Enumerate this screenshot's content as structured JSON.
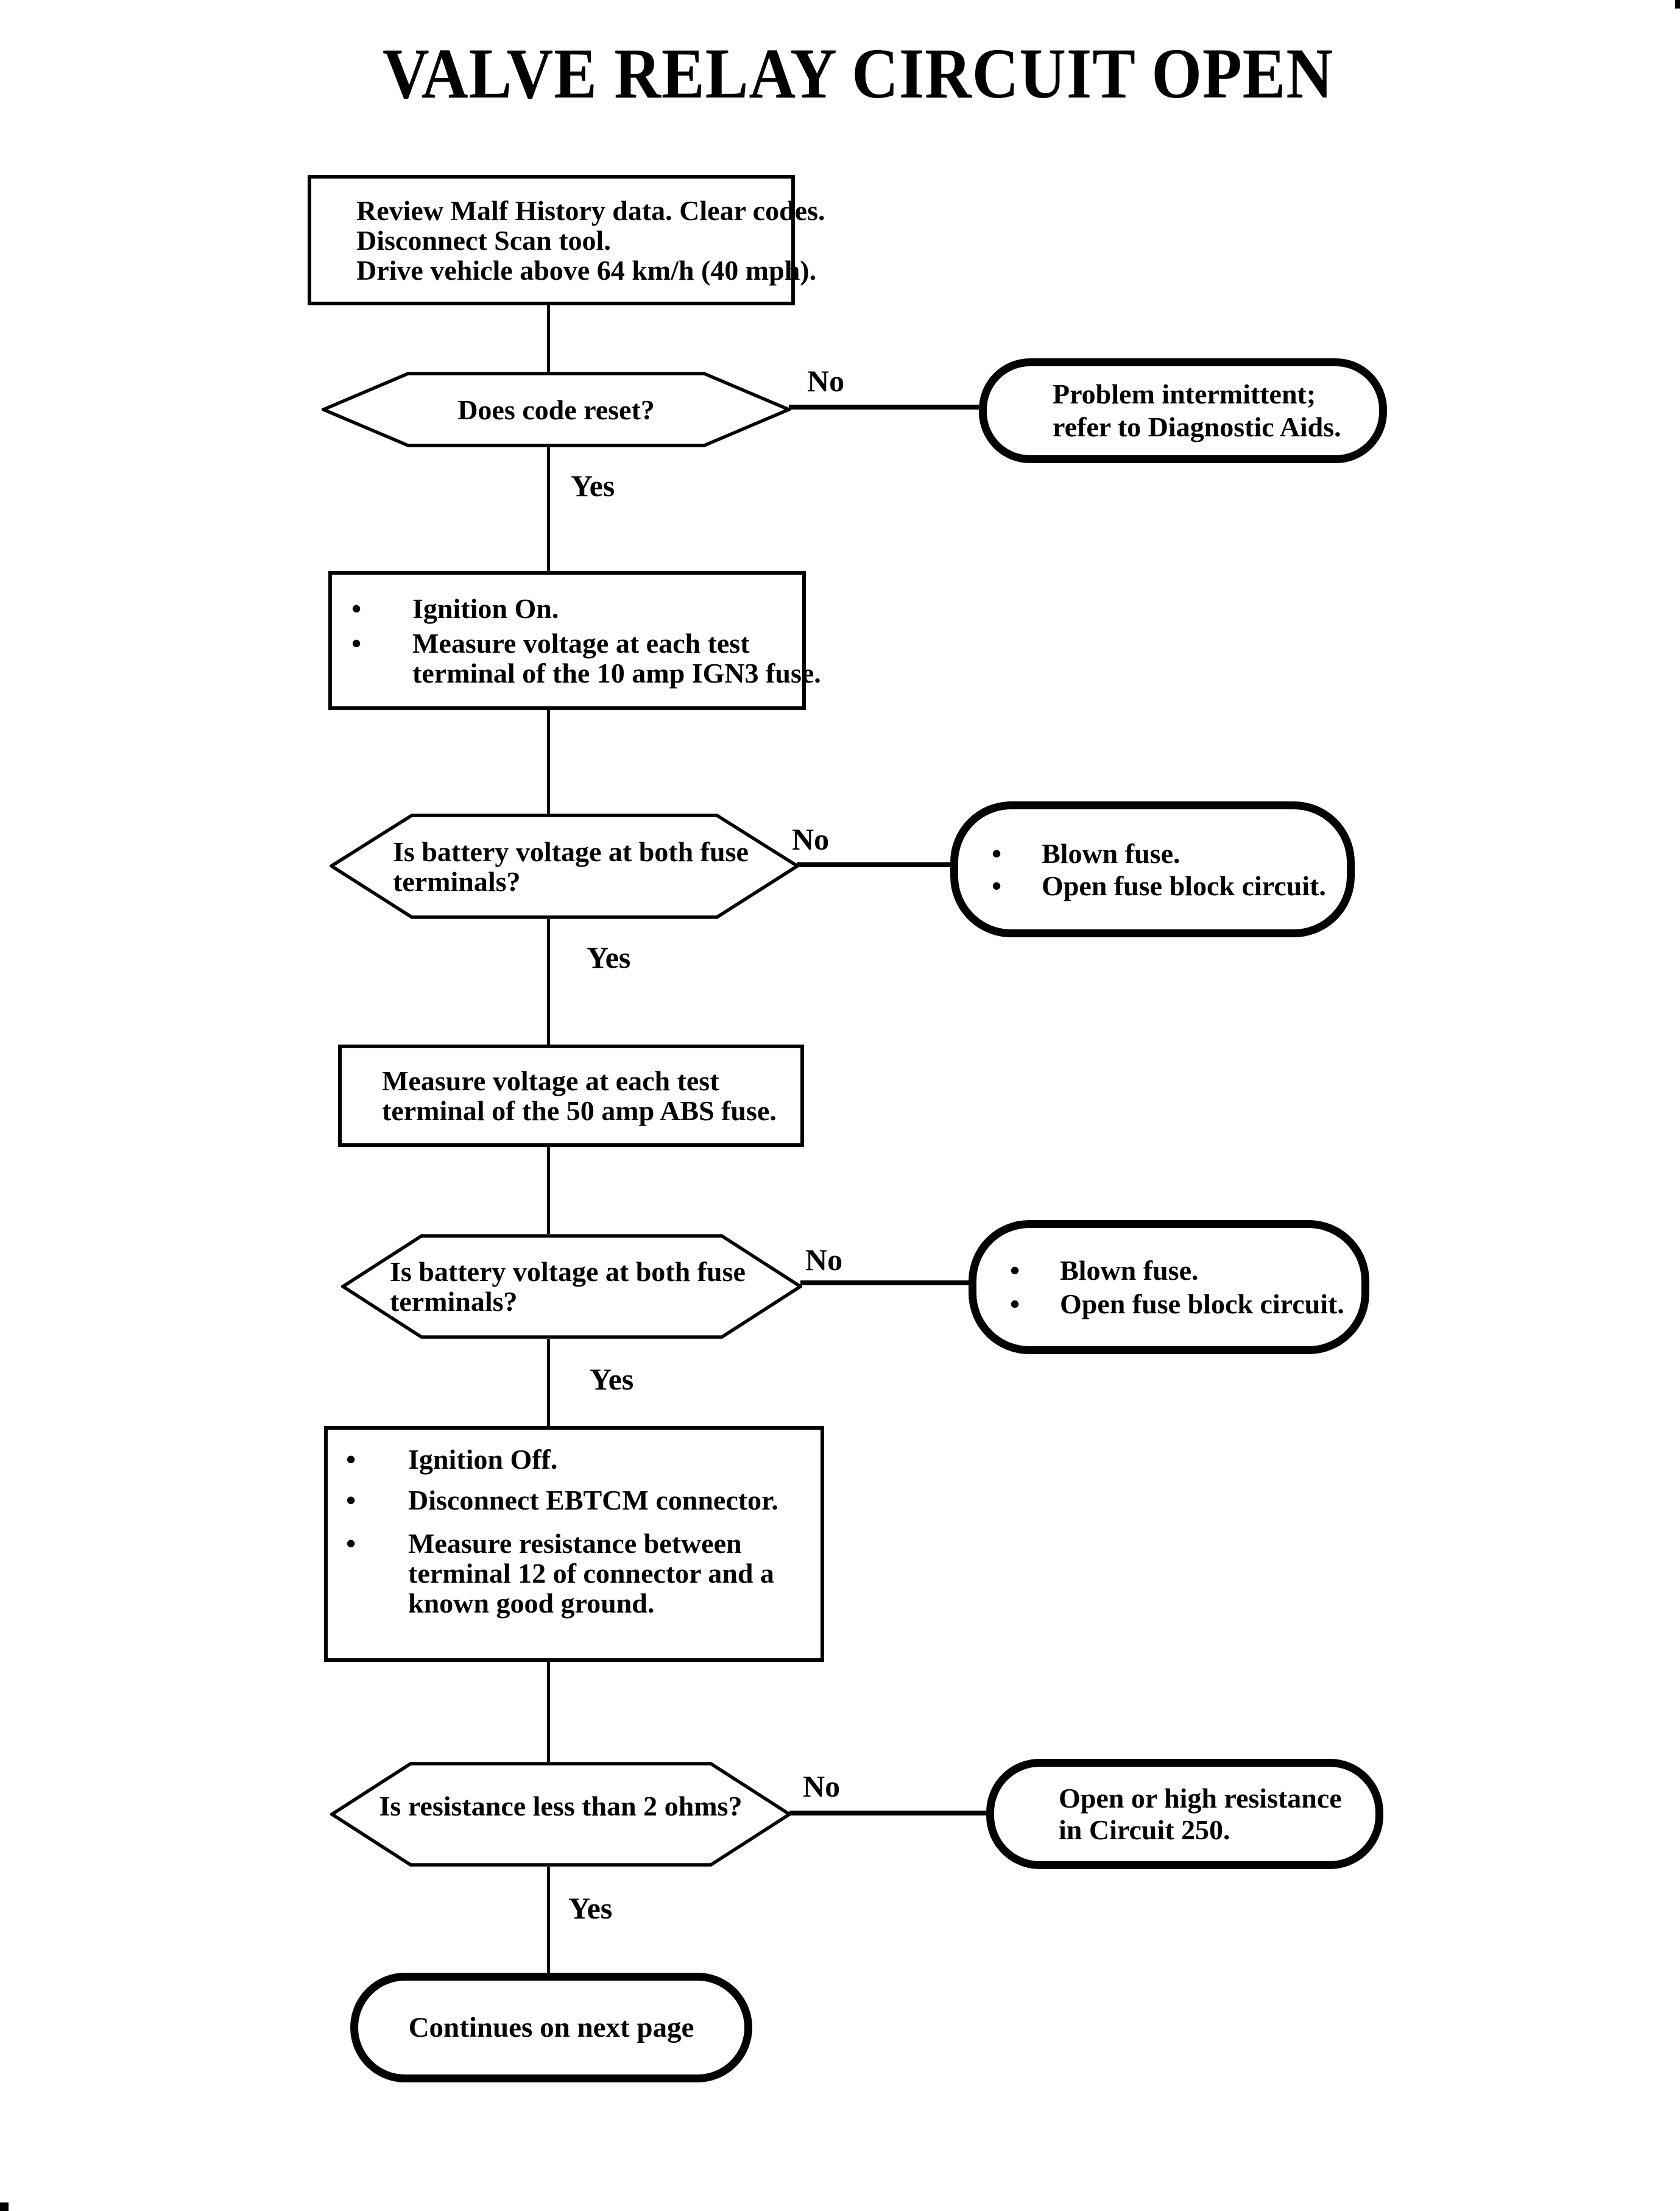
{
  "title": "VALVE RELAY CIRCUIT OPEN",
  "colors": {
    "ink": "#000000",
    "paper": "#ffffff"
  },
  "glyphs": {
    "bullet": "•"
  },
  "labels": {
    "yes": "Yes",
    "no": "No"
  },
  "nodes": {
    "start": {
      "lines": [
        "Review Malf History data. Clear codes.",
        "Disconnect Scan tool.",
        "Drive vehicle above 64 km/h (40 mph)."
      ]
    },
    "decision_code_reset": {
      "lines": [
        "Does code reset?"
      ]
    },
    "result_intermittent": {
      "lines": [
        "Problem intermittent;",
        "refer to Diagnostic Aids."
      ]
    },
    "action_ign3_fuse": {
      "items": [
        {
          "lines": [
            "Ignition On."
          ]
        },
        {
          "lines": [
            "Measure voltage at each test",
            "terminal of the 10 amp IGN3 fuse."
          ]
        }
      ]
    },
    "decision_fuse_voltage_1": {
      "lines": [
        "Is battery voltage at both fuse",
        "terminals?"
      ]
    },
    "result_blown_fuse_1": {
      "items": [
        {
          "lines": [
            "Blown fuse."
          ]
        },
        {
          "lines": [
            "Open fuse block circuit."
          ]
        }
      ]
    },
    "action_abs_fuse": {
      "lines": [
        "Measure voltage at each test",
        "terminal of the 50 amp ABS fuse."
      ]
    },
    "decision_fuse_voltage_2": {
      "lines": [
        "Is battery voltage at both fuse",
        "terminals?"
      ]
    },
    "result_blown_fuse_2": {
      "items": [
        {
          "lines": [
            "Blown fuse."
          ]
        },
        {
          "lines": [
            "Open fuse block circuit."
          ]
        }
      ]
    },
    "action_resistance": {
      "items": [
        {
          "lines": [
            "Ignition Off."
          ]
        },
        {
          "lines": [
            "Disconnect EBTCM connector."
          ]
        },
        {
          "lines": [
            "Measure resistance between",
            "terminal 12 of connector and a",
            "known good ground."
          ]
        }
      ]
    },
    "decision_resistance": {
      "lines": [
        "Is resistance less than 2 ohms?"
      ]
    },
    "result_circuit_250": {
      "lines": [
        "Open or high resistance",
        "in Circuit 250."
      ]
    },
    "continue_next_page": {
      "lines": [
        "Continues on next page"
      ]
    }
  }
}
